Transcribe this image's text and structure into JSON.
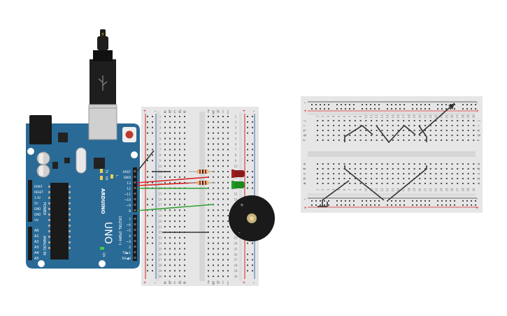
{
  "arduino": {
    "brand": "ARDUINO",
    "model": "UNO",
    "digital_label": "DIGITAL (PWM~)",
    "power_label": "POWER",
    "analog_label": "ANALOG IN",
    "on_label": "ON",
    "tx": "TX",
    "rx": "RX",
    "l": "L",
    "power_pins": [
      "IOREF",
      "RESET",
      "3.3V",
      "5V",
      "GND",
      "GND",
      "Vin"
    ],
    "analog_pins": [
      "A0",
      "A1",
      "A2",
      "A3",
      "A4",
      "A5"
    ],
    "header_pins": [
      "AREF",
      "GND",
      "13",
      "12",
      "~11",
      "~10",
      "~9",
      "8",
      "7",
      "~6",
      "~5",
      "4",
      "~3",
      "2",
      "TX▶1",
      "RX◀0"
    ],
    "usb_icon": "usb-icon",
    "plug_icon": "lightning-icon"
  },
  "breadboard_small": {
    "columns": [
      "a",
      "b",
      "c",
      "d",
      "e",
      "f",
      "g",
      "h",
      "i",
      "j"
    ],
    "rows": 30,
    "rail_plus": "+",
    "rail_minus": "-"
  },
  "breadboard_large": {
    "row_labels_top": [
      "j",
      "i",
      "h",
      "g",
      "f"
    ],
    "row_labels_bottom": [
      "e",
      "d",
      "c",
      "b",
      "a"
    ],
    "columns": 30,
    "rail_plus": "+",
    "rail_minus": "-"
  },
  "components": {
    "leds": [
      "red",
      "green"
    ],
    "resistors": 2,
    "buzzer_plus": "+",
    "buzzer_minus": "-"
  },
  "colors": {
    "board_blue": "#2a6a96",
    "wire_red": "#d62020",
    "wire_green": "#2fa02f",
    "wire_dark": "#333333",
    "breadboard": "#e6e6e6",
    "rail_red": "#d62020",
    "rail_blue": "#3a6fb0"
  }
}
